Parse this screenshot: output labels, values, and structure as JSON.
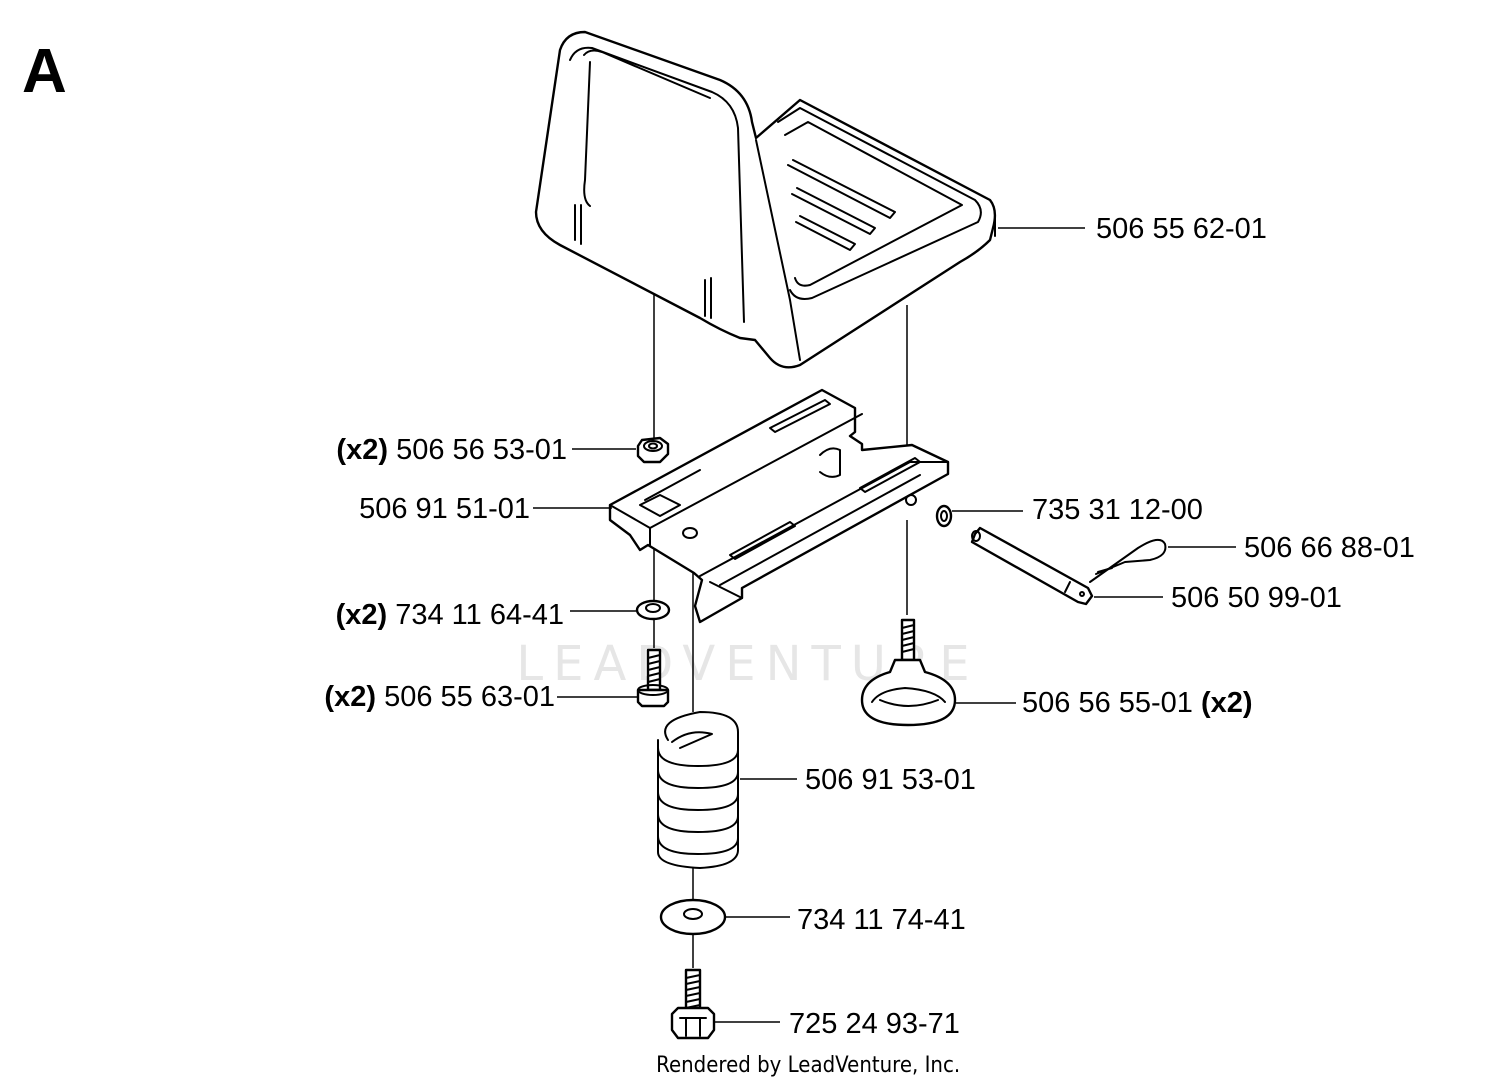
{
  "section_letter": "A",
  "watermark": "LEADVENTURE",
  "footer": "Rendered by LeadVenture, Inc.",
  "parts": [
    {
      "id": "seat",
      "number": "506 55 62-01",
      "qty": ""
    },
    {
      "id": "nut",
      "number": "506 56 53-01",
      "qty": "(x2)"
    },
    {
      "id": "bracket",
      "number": "506 91 51-01",
      "qty": ""
    },
    {
      "id": "clip",
      "number": "735 31 12-00",
      "qty": ""
    },
    {
      "id": "hairpin",
      "number": "506 66 88-01",
      "qty": ""
    },
    {
      "id": "pin",
      "number": "506 50 99-01",
      "qty": ""
    },
    {
      "id": "washer-small",
      "number": "734 11 64-41",
      "qty": "(x2)"
    },
    {
      "id": "knob",
      "number": "506 56 55-01",
      "qty": "(x2)"
    },
    {
      "id": "bolt-small",
      "number": "506 55 63-01",
      "qty": "(x2)"
    },
    {
      "id": "spring",
      "number": "506 91 53-01",
      "qty": ""
    },
    {
      "id": "washer-large",
      "number": "734 11 74-41",
      "qty": ""
    },
    {
      "id": "bolt-flange",
      "number": "725 24 93-71",
      "qty": ""
    }
  ]
}
